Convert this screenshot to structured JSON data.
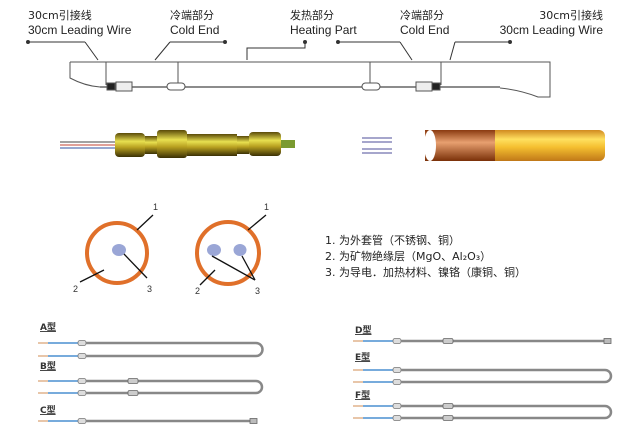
{
  "top_labels": [
    {
      "cn": "30cm引接线",
      "en": "30cm Leading Wire"
    },
    {
      "cn": "冷端部分",
      "en": "Cold End"
    },
    {
      "cn": "发热部分",
      "en": "Heating Part"
    },
    {
      "cn": "冷端部分",
      "en": "Cold End"
    },
    {
      "cn": "30cm引接线",
      "en": "30cm Leading Wire"
    }
  ],
  "cross_section_numbers": [
    "1",
    "2",
    "3"
  ],
  "legend": [
    "1. 为外套管（不锈钢、铜）",
    "2. 为矿物绝缘层（MgO、Al₂O₃）",
    "3. 为导电．加热材料、镍铬（康铜、铜）"
  ],
  "types": [
    "A型",
    "B型",
    "C型",
    "D型",
    "E型",
    "F型"
  ],
  "colors": {
    "sheath": "#e0702a",
    "conductor": "#9aa6d6",
    "brass": "#c8b020",
    "tube": "#f2c23a",
    "wire_blue": "#4a8fd0"
  }
}
